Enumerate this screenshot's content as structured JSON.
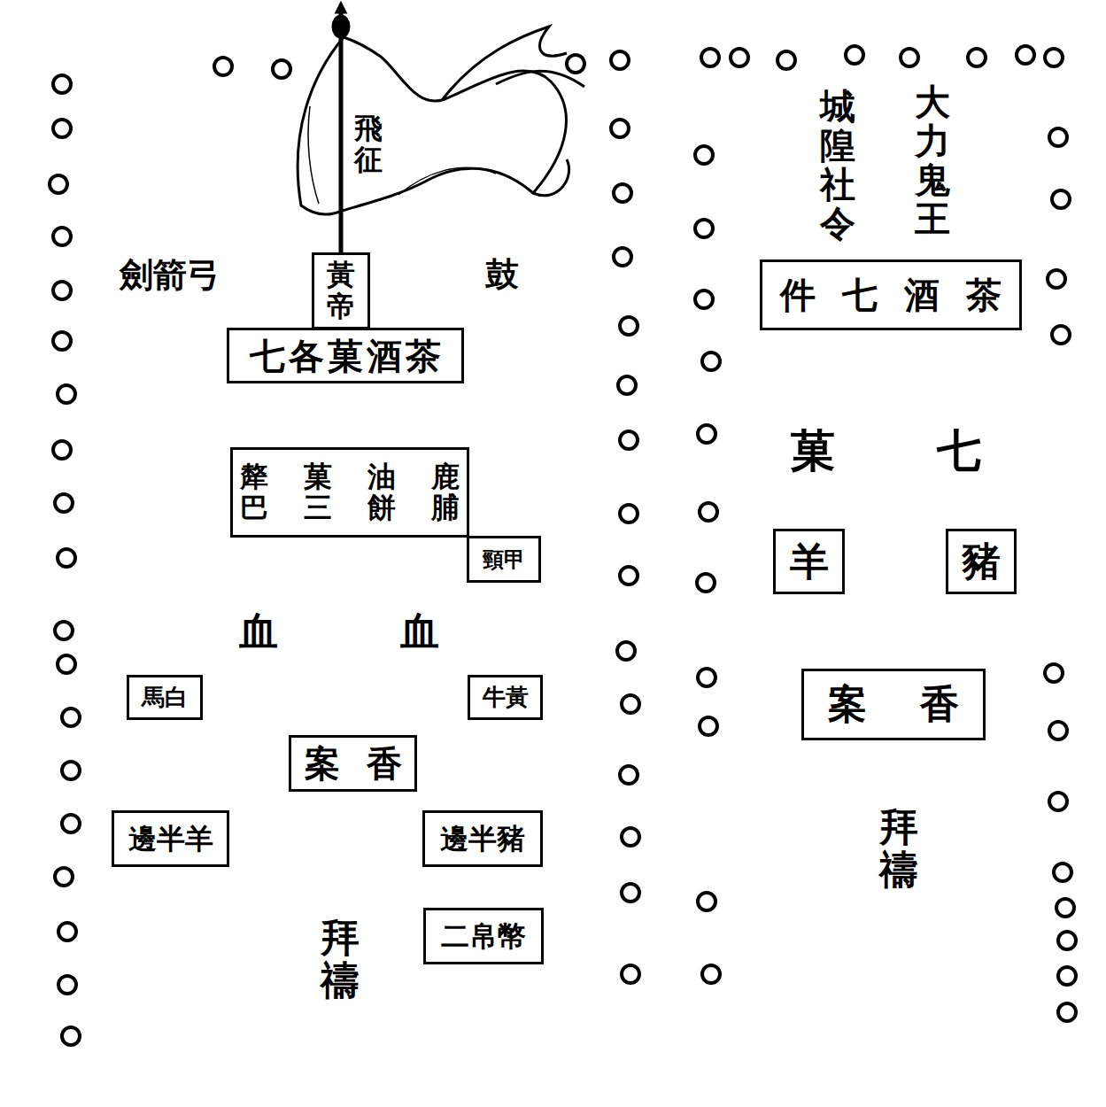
{
  "diagram": {
    "nodes": [
      {
        "text": [
          "黃帝"
        ]
      },
      {
        "text": [
          "七各菓酒茶"
        ]
      },
      {
        "text": [
          "犛巴",
          "菓三",
          "油餅",
          "鹿脯"
        ]
      },
      {
        "text": [
          "頸甲"
        ]
      },
      {
        "text": [
          "馬白"
        ]
      },
      {
        "text": [
          "牛黃"
        ]
      },
      {
        "text": [
          "案香"
        ]
      },
      {
        "text": [
          "邊半羊"
        ]
      },
      {
        "text": [
          "邊半豬"
        ]
      },
      {
        "text": [
          "二帛幣"
        ]
      },
      {
        "text": [
          "件七酒茶"
        ]
      },
      {
        "text": [
          "羊"
        ]
      },
      {
        "text": [
          "豬"
        ]
      },
      {
        "text": [
          "案香"
        ]
      }
    ],
    "labels": [
      "飛征",
      "劍箭弓",
      "鼓",
      "血",
      "血",
      "拜禱",
      "城隍社令",
      "大力鬼王",
      "菓",
      "七",
      "拜禱"
    ]
  }
}
